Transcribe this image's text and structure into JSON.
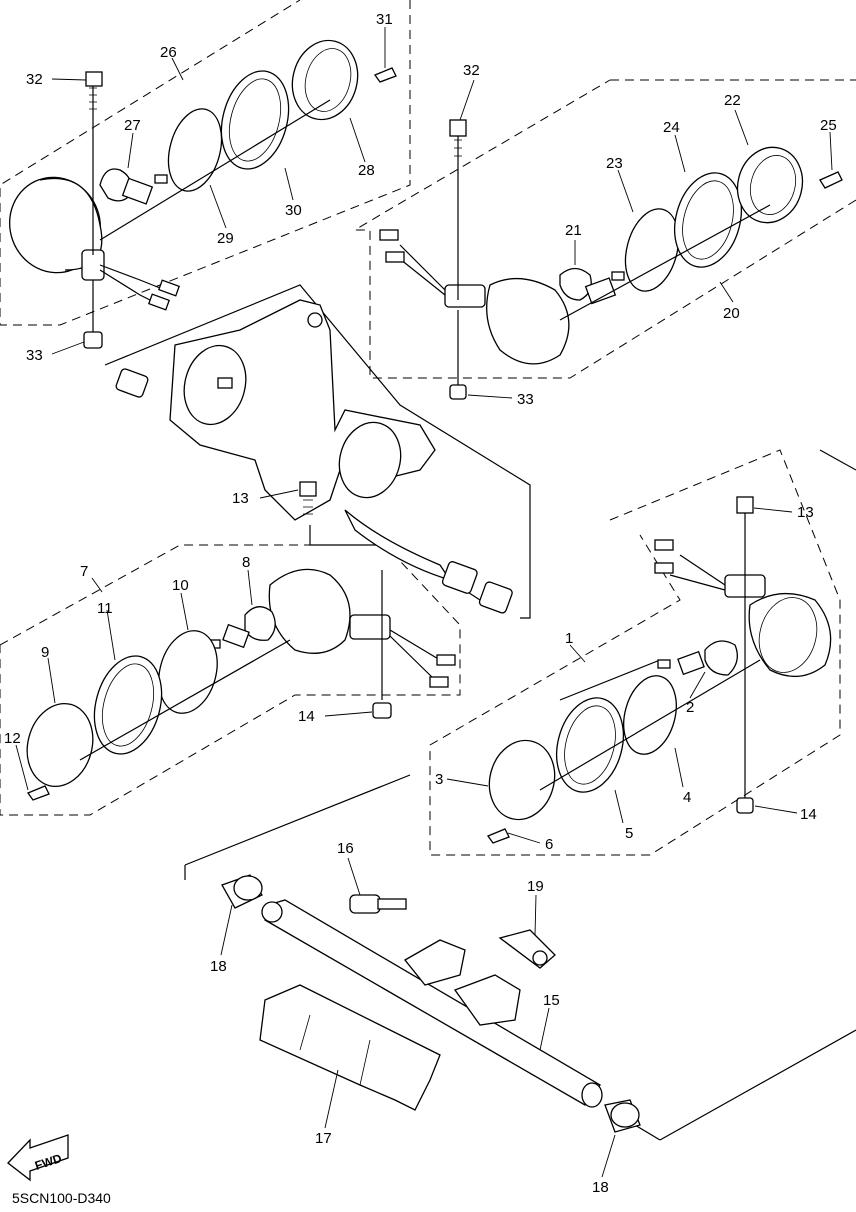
{
  "diagram": {
    "code": "5SCN100-D340",
    "fwd_label": "FWD",
    "callouts": [
      "1",
      "2",
      "3",
      "4",
      "5",
      "6",
      "7",
      "8",
      "9",
      "10",
      "11",
      "12",
      "13",
      "13",
      "14",
      "14",
      "15",
      "16",
      "17",
      "18",
      "18",
      "19",
      "20",
      "21",
      "22",
      "23",
      "24",
      "25",
      "26",
      "27",
      "28",
      "29",
      "30",
      "31",
      "32",
      "32",
      "33",
      "33"
    ]
  }
}
